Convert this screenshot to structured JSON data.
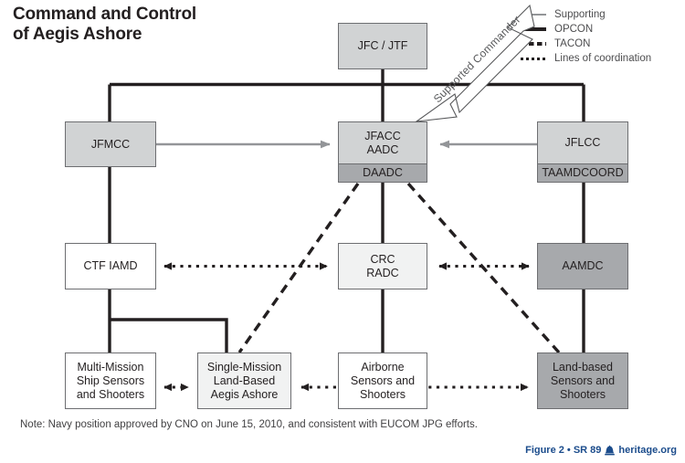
{
  "title": {
    "line1": "Command and Control",
    "line2": "of Aegis Ashore"
  },
  "legend": {
    "items": [
      {
        "key": "supporting",
        "label": "Supporting",
        "style": "solid",
        "color": "#939598"
      },
      {
        "key": "opcon",
        "label": "OPCON",
        "style": "solid",
        "color": "#231f20"
      },
      {
        "key": "tacon",
        "label": "TACON",
        "style": "dashed",
        "color": "#231f20"
      },
      {
        "key": "coordination",
        "label": "Lines of coordination",
        "style": "dotted",
        "color": "#231f20"
      }
    ]
  },
  "annotation": {
    "supported_commander": "Supported Commander"
  },
  "nodes": {
    "jfc_jtf": {
      "label": "JFC / JTF",
      "sub": "",
      "fill": "#d1d3d4"
    },
    "jfmcc": {
      "label": "JFMCC",
      "sub": "",
      "fill": "#d1d3d4"
    },
    "jfacc_aadc": {
      "label": "JFACC\nAADC",
      "sub": "DAADC",
      "fill": "#d1d3d4"
    },
    "jflcc": {
      "label": "JFLCC",
      "sub": "TAAMDCOORD",
      "fill": "#d1d3d4"
    },
    "ctf_iamd": {
      "label": "CTF IAMD",
      "sub": "",
      "fill": "#ffffff"
    },
    "crc_radc": {
      "label": "CRC\nRADC",
      "sub": "",
      "fill": "#f1f2f2"
    },
    "aamdc": {
      "label": "AAMDC",
      "sub": "",
      "fill": "#a7a9ac"
    },
    "multi_mission": {
      "label": "Multi-Mission\nShip Sensors\nand Shooters",
      "sub": "",
      "fill": "#ffffff"
    },
    "single_mission": {
      "label": "Single-Mission\nLand-Based\nAegis Ashore",
      "sub": "",
      "fill": "#f1f2f2"
    },
    "airborne": {
      "label": "Airborne\nSensors and\nShooters",
      "sub": "",
      "fill": "#ffffff"
    },
    "land_based": {
      "label": "Land-based\nSensors and\nShooters",
      "sub": "",
      "fill": "#a7a9ac"
    }
  },
  "footer": {
    "note": "Note: Navy position approved by CNO on June 15, 2010, and consistent with EUCOM JPG efforts.",
    "figure": "Figure 2 • SR 89",
    "site": "heritage.org",
    "accent_color": "#1b4c8c"
  }
}
